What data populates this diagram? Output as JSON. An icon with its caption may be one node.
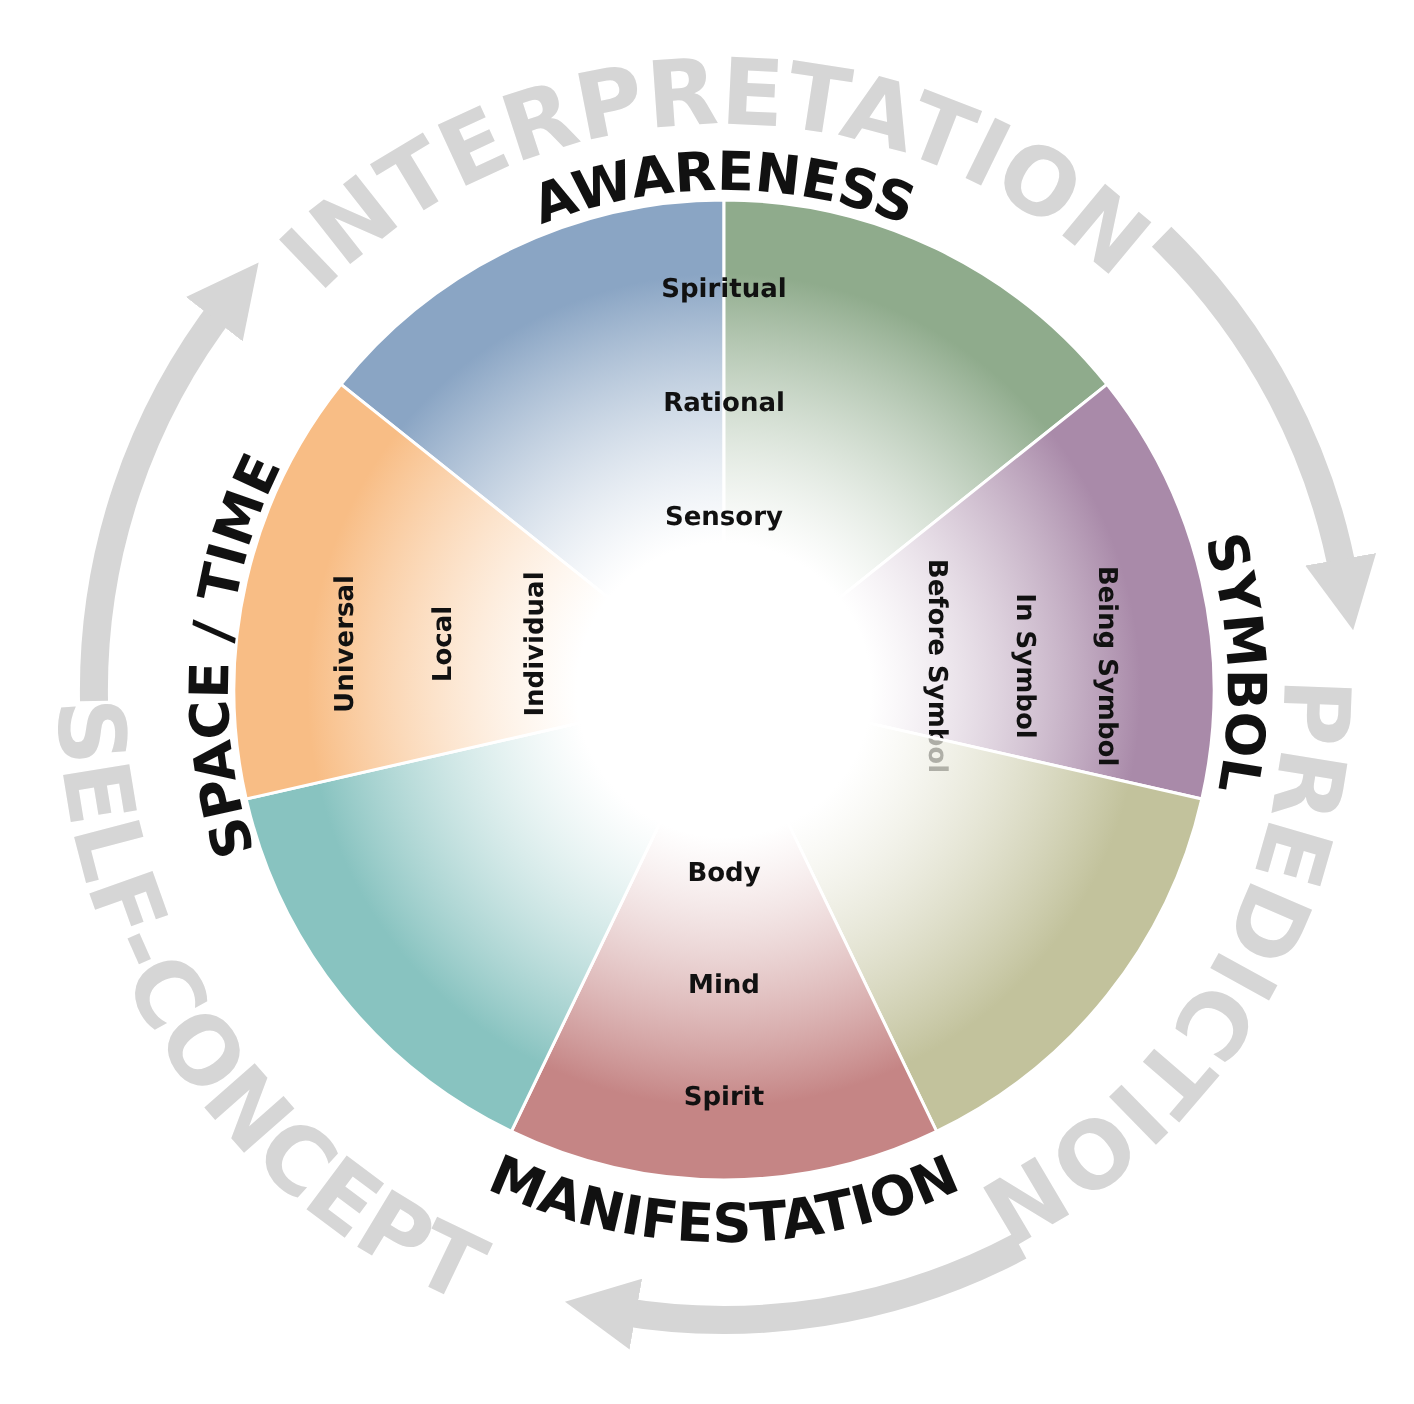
{
  "diagram": {
    "nodes": [
      {
        "text": [
          "AWARENESS",
          "Spiritual",
          "Rational",
          "Sensory"
        ]
      },
      {
        "text": [
          "SYMBOL",
          "Before Symbol",
          "In Symbol",
          "Being Symbol"
        ]
      },
      {
        "text": [],
        "shape": "wedge"
      },
      {
        "text": [
          "MANIFESTATION",
          "Body",
          "Mind",
          "Spirit"
        ]
      },
      {
        "text": [],
        "shape": "wedge"
      },
      {
        "text": [
          "SPACE / TIME",
          "Universal",
          "Local",
          "Individual"
        ]
      },
      {
        "text": [
          "INTERPRETATION"
        ]
      },
      {
        "text": [
          "PREDICTION"
        ]
      },
      {
        "text": [
          "SELF-CONCEPT"
        ]
      }
    ],
    "edges": [
      {
        "from": 8,
        "to": 6,
        "arrow": "to"
      },
      {
        "from": 6,
        "to": 7,
        "arrow": "to"
      },
      {
        "from": 7,
        "to": 8,
        "arrow": "to"
      }
    ]
  }
}
